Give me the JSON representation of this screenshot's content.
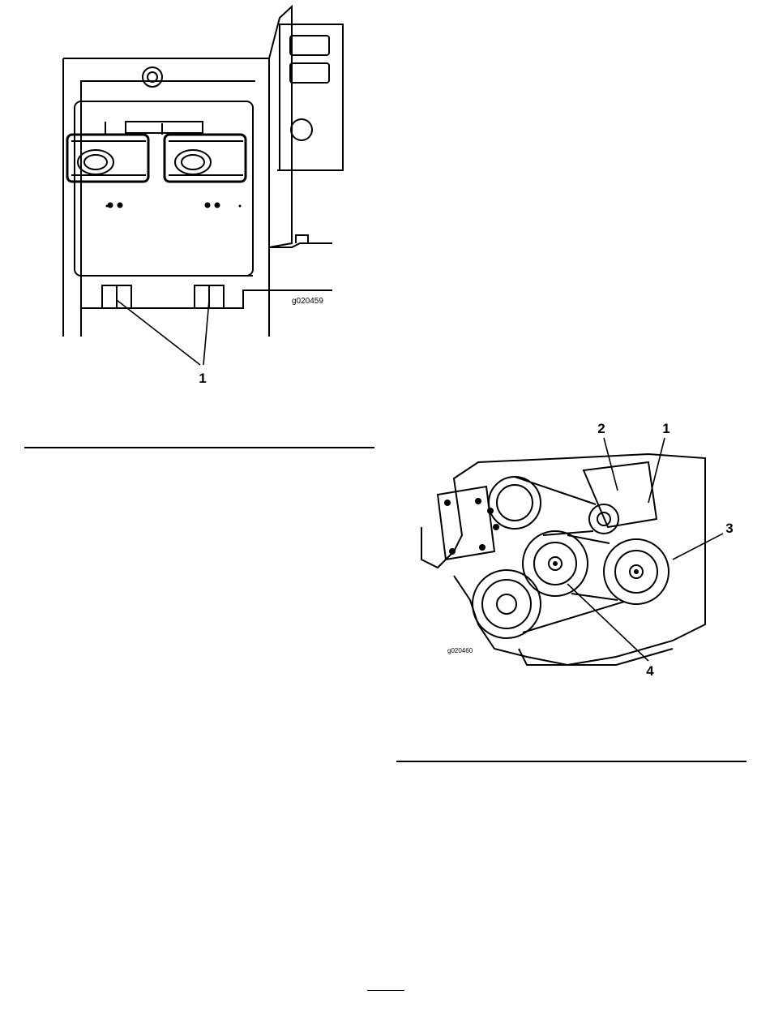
{
  "figure_top": {
    "code": "g020459",
    "callouts": [
      "1"
    ]
  },
  "figure_bottom": {
    "code": "g020460",
    "callouts": [
      "2",
      "1",
      "3",
      "4"
    ]
  }
}
